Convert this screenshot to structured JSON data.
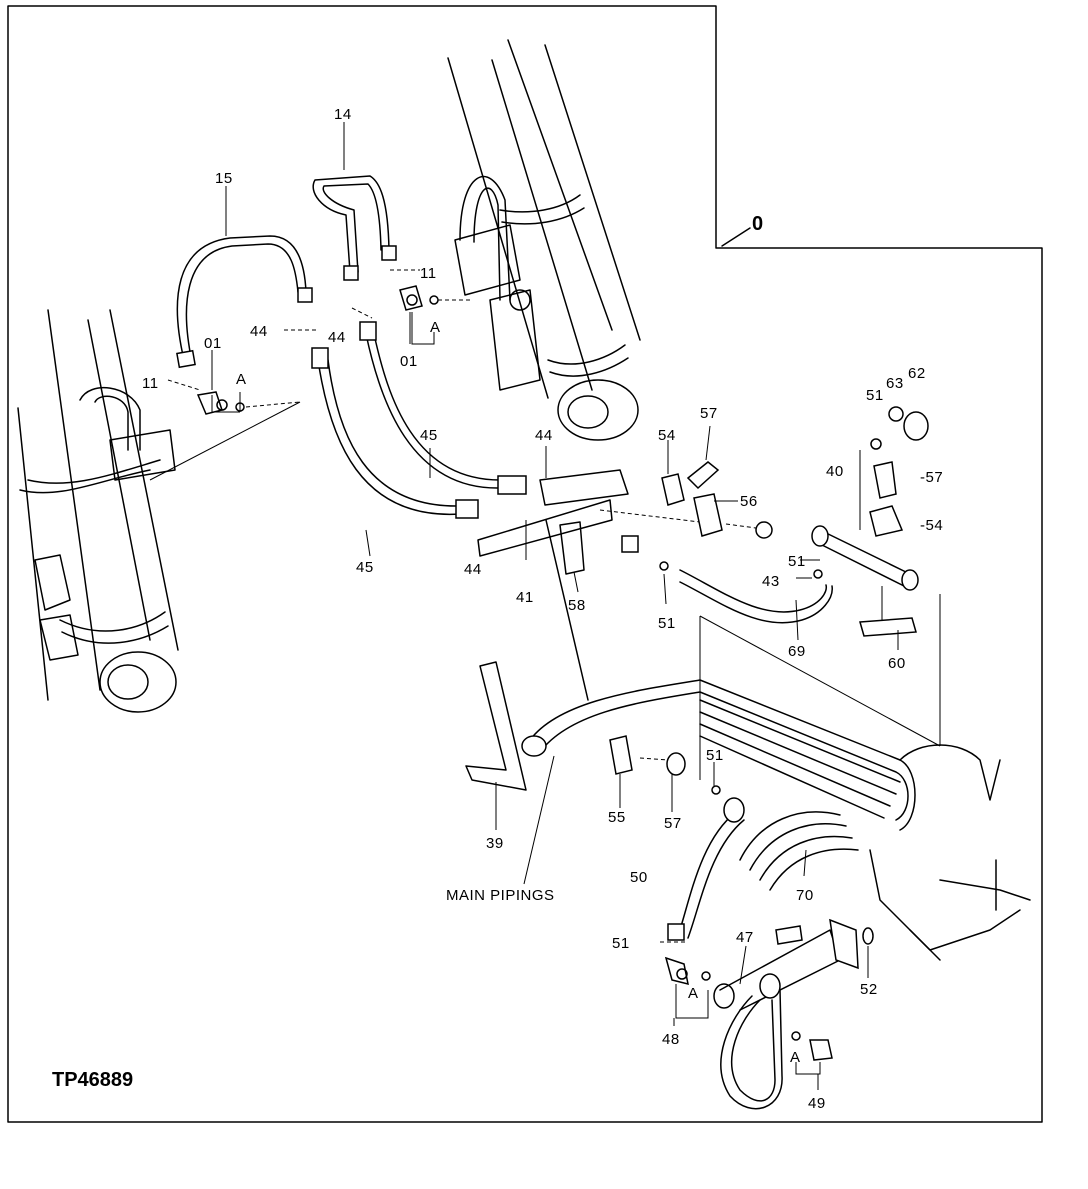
{
  "figure_id": "TP46889",
  "group_label": "0",
  "labels": {
    "l15": "15",
    "l14": "14",
    "l11a": "11",
    "l11b": "11",
    "l01a": "01",
    "l01b": "01",
    "l44a": "44",
    "l44b": "44",
    "l44c": "44",
    "l44d": "44",
    "lAa": "A",
    "lAb": "A",
    "lAc": "A",
    "lAd": "A",
    "l45a": "45",
    "l45b": "45",
    "l57a": "57",
    "l57b": "-57",
    "l57c": "57",
    "l54a": "54",
    "l54b": "-54",
    "l56": "56",
    "l41": "41",
    "l58": "58",
    "l51a": "51",
    "l51b": "51",
    "l51c": "51",
    "l51d": "51",
    "l51e": "51",
    "l63": "63",
    "l62": "62",
    "l40": "40",
    "l43": "43",
    "l69": "69",
    "l60": "60",
    "l39": "39",
    "l55": "55",
    "l70": "70",
    "main_pipings": "MAIN PIPINGS",
    "l50": "50",
    "l47": "47",
    "l52": "52",
    "l48": "48",
    "l49": "49"
  }
}
